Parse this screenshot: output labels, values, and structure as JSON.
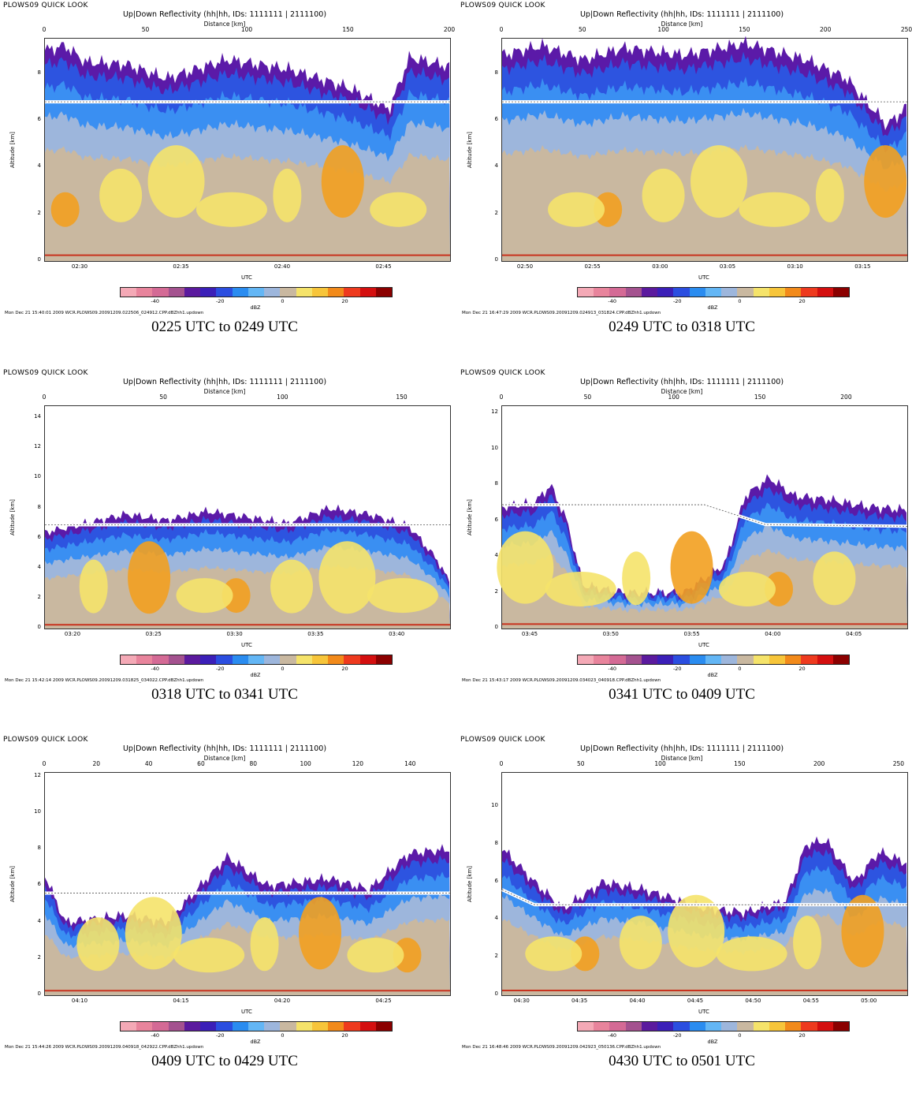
{
  "header_label": "PLOWS09 QUICK LOOK",
  "plot_title": "Up|Down Reflectivity (hh|hh, IDs: 1111111 | 2111100)",
  "distance_label": "Distance [km]",
  "altitude_label": "Altitude [km]",
  "utc_label": "UTC",
  "colorbar_unit": "dBZ",
  "colorbar_ticks": [
    "-40",
    "-20",
    "0",
    "20"
  ],
  "colorbar_colors": [
    "#f4a9b6",
    "#e8849c",
    "#d46a95",
    "#a4528f",
    "#5b1a9e",
    "#3b1fb8",
    "#2b4ee0",
    "#2a8cf0",
    "#63b6f5",
    "#9db6dc",
    "#c9b8a0",
    "#f5e36a",
    "#f7c53a",
    "#f28a1a",
    "#ee3a1e",
    "#d40f0f",
    "#8b0000"
  ],
  "panels": [
    {
      "caption": "0225 UTC to 0249 UTC",
      "stamp": "Mon Dec 21 15:40:01 2009 WCR.PLOWS09.20091209.022506_024912.CPP.dBZhh1.updown",
      "dist_ticks": [
        "0",
        "50",
        "100",
        "150",
        "200"
      ],
      "time_ticks": [
        "02:30",
        "02:35",
        "02:40",
        "02:45"
      ],
      "alt_ticks": [
        "0",
        "2",
        "4",
        "6",
        "8"
      ]
    },
    {
      "caption": "0249 UTC to 0318 UTC",
      "stamp": "Mon Dec 21 16:47:29 2009 WCR.PLOWS09.20091209.024913_031824.CPP.dBZhh1.updown",
      "dist_ticks": [
        "0",
        "50",
        "100",
        "150",
        "200",
        "250"
      ],
      "time_ticks": [
        "02:50",
        "02:55",
        "03:00",
        "03:05",
        "03:10",
        "03:15"
      ],
      "alt_ticks": [
        "0",
        "2",
        "4",
        "6",
        "8"
      ]
    },
    {
      "caption": "0318 UTC to 0341 UTC",
      "stamp": "Mon Dec 21 15:42:14 2009 WCR.PLOWS09.20091209.031825_034022.CPP.dBZhh1.updown",
      "dist_ticks": [
        "0",
        "50",
        "100",
        "150"
      ],
      "time_ticks": [
        "03:20",
        "03:25",
        "03:30",
        "03:35",
        "03:40"
      ],
      "alt_ticks": [
        "0",
        "2",
        "4",
        "6",
        "8",
        "10",
        "12",
        "14"
      ]
    },
    {
      "caption": "0341 UTC to 0409 UTC",
      "stamp": "Mon Dec 21 15:43:17 2009 WCR.PLOWS09.20091209.034023_040918.CPP.dBZhh1.updown",
      "dist_ticks": [
        "0",
        "50",
        "100",
        "150",
        "200"
      ],
      "time_ticks": [
        "03:45",
        "03:50",
        "03:55",
        "04:00",
        "04:05"
      ],
      "alt_ticks": [
        "0",
        "2",
        "4",
        "6",
        "8",
        "10",
        "12"
      ]
    },
    {
      "caption": "0409 UTC to 0429 UTC",
      "stamp": "Mon Dec 21 15:44:26 2009 WCR.PLOWS09.20091209.040918_042922.CPP.dBZhh1.updown",
      "dist_ticks": [
        "0",
        "20",
        "40",
        "60",
        "80",
        "100",
        "120",
        "140"
      ],
      "time_ticks": [
        "04:10",
        "04:15",
        "04:20",
        "04:25"
      ],
      "alt_ticks": [
        "0",
        "2",
        "4",
        "6",
        "8",
        "10",
        "12"
      ]
    },
    {
      "caption": "0430 UTC to 0501 UTC",
      "stamp": "Mon Dec 21 16:48:46 2009 WCR.PLOWS09.20091209.042923_050136.CPP.dBZhh1.updown",
      "dist_ticks": [
        "0",
        "50",
        "100",
        "150",
        "200",
        "250"
      ],
      "time_ticks": [
        "04:30",
        "04:35",
        "04:40",
        "04:45",
        "04:50",
        "04:55",
        "05:00"
      ],
      "alt_ticks": [
        "0",
        "2",
        "4",
        "6",
        "8",
        "10"
      ]
    }
  ]
}
